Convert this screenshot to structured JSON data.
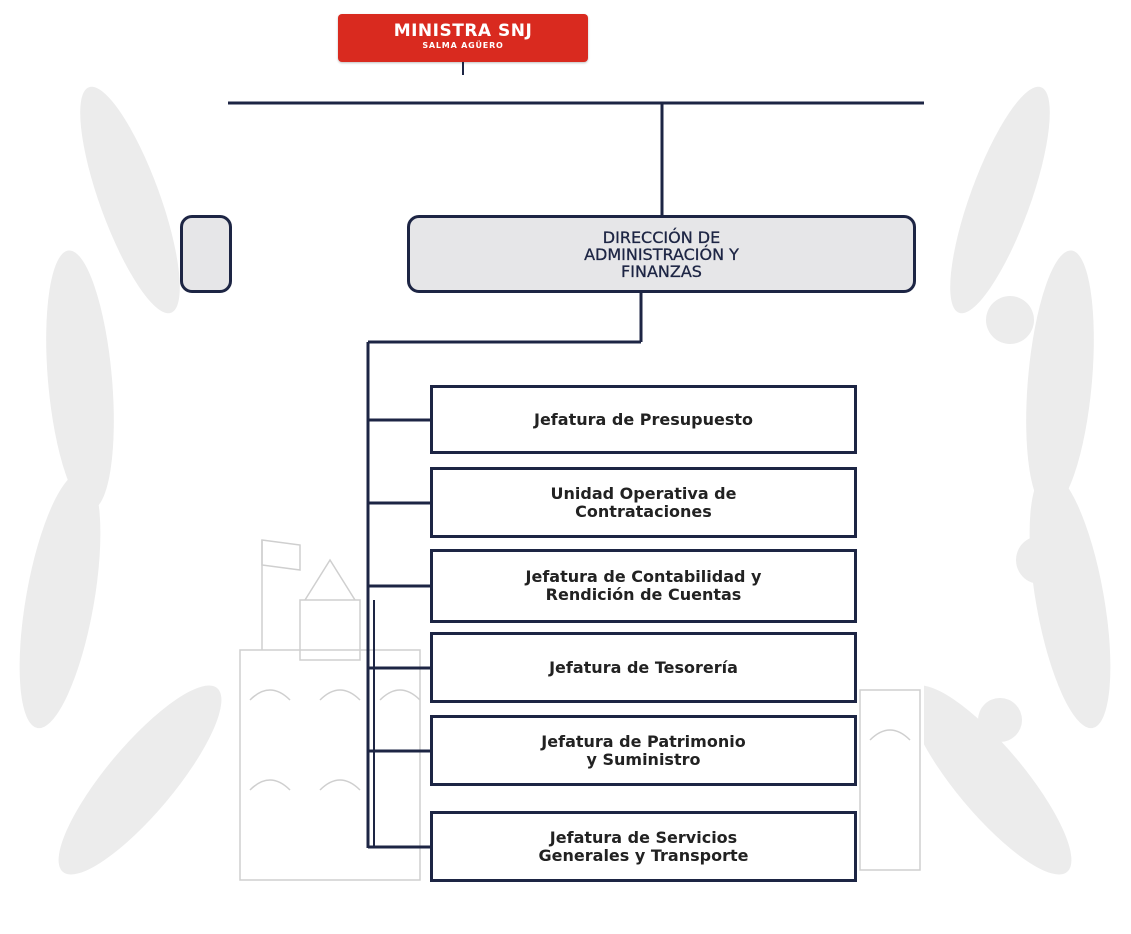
{
  "header": {
    "title": "MINISTRA SNJ",
    "subtitle": "SALMA AGÜERO"
  },
  "direction": {
    "label": "DIRECCIÓN DE\nADMINISTRACIÓN Y\nFINANZAS"
  },
  "units": [
    {
      "label": "Jefatura de Presupuesto"
    },
    {
      "label": "Unidad Operativa de\nContrataciones"
    },
    {
      "label": "Jefatura de Contabilidad y\nRendición de Cuentas"
    },
    {
      "label": "Jefatura de Tesorería"
    },
    {
      "label": "Jefatura de Patrimonio\ny Suministro"
    },
    {
      "label": "Jefatura de Servicios\nGenerales y Transporte"
    }
  ],
  "colors": {
    "accent": "#d92a1f",
    "line": "#1d2544",
    "box_fill": "#e6e6e8"
  }
}
